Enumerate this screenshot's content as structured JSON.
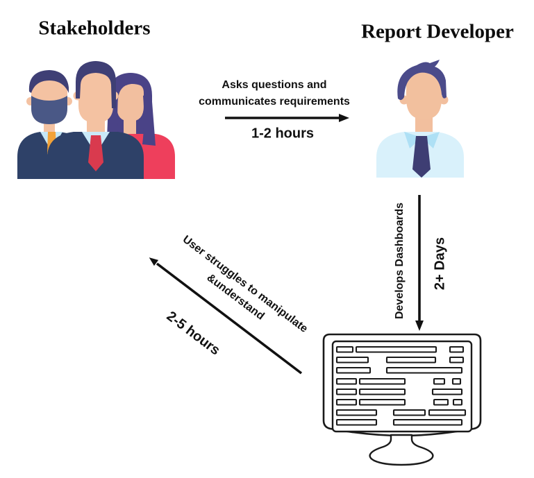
{
  "diagram": {
    "stakeholders": {
      "title": "Stakeholders"
    },
    "developer": {
      "title": "Report Developer"
    },
    "ask_flow": {
      "line1": "Asks questions and",
      "line2": "communicates requirements",
      "duration": "1-2 hours"
    },
    "develop_flow": {
      "label": "Develops Dashboards",
      "duration": "2+ Days"
    },
    "struggle_flow": {
      "line1": "User struggles to manipulate",
      "line2": "&understand",
      "duration": "2-5 hours"
    }
  },
  "icons": {
    "stakeholders_illustration": "three-business-people",
    "developer_illustration": "business-man-with-tie",
    "monitor_illustration": "dashboard-monitor-line-art"
  },
  "colors": {
    "background": "#FFFFFF",
    "text": "#111111",
    "arrow": "#111111",
    "skin": "#F4C2A2",
    "hair_navy": "#3F3F75",
    "hair_purple": "#4A4387",
    "beard": "#4A5886",
    "suit_navy": "#2E4168",
    "shirt_light_blue": "#C9E9F8",
    "tie_red": "#D93A4E",
    "tie_yellow": "#F2A238",
    "dress_red": "#EE3F5C",
    "dev_shirt": "#D9F1FB",
    "dev_collar": "#AEE0F5",
    "dev_tie": "#3E3E73",
    "monitor_line": "#1A1A1A"
  }
}
